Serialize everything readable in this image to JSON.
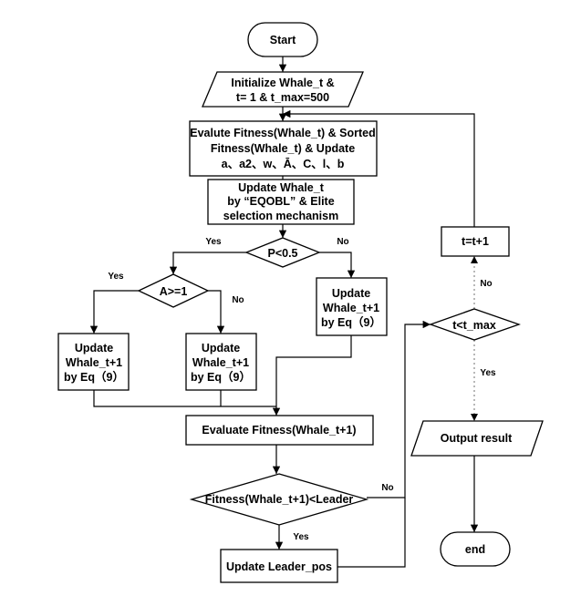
{
  "nodes": {
    "start": "Start",
    "init": [
      "Initialize Whale_t &",
      "t= 1 & t_max=500"
    ],
    "evaluate": [
      "Evalute Fitness(Whale_t) & Sorted",
      "Fitness(Whale_t) & Update",
      "a、a2、w、Ā、C、l、b"
    ],
    "update_eqobl": [
      "Update Whale_t",
      "by “EQOBL” & Elite",
      "selection mechanism"
    ],
    "p_decision": "P<0.5",
    "a_decision": "A>=1",
    "update_right": [
      "Update",
      "Whale_t+1",
      "by Eq（9）"
    ],
    "update_left": [
      "Update",
      "Whale_t+1",
      "by Eq（9）"
    ],
    "update_mid": [
      "Update",
      "Whale_t+1",
      "by Eq（9）"
    ],
    "evaluate_next": "Evaluate Fitness(Whale_t+1)",
    "leader_decision": "Fitness(Whale_t+1)<Leader",
    "update_leader": "Update Leader_pos",
    "increment": "t=t+1",
    "t_decision": "t<t_max",
    "output": "Output result",
    "end": "end"
  },
  "edge_labels": {
    "p_yes": "Yes",
    "p_no": "No",
    "a_yes": "Yes",
    "a_no": "No",
    "leader_no": "No",
    "leader_yes": "Yes",
    "t_no": "No",
    "t_yes": "Yes"
  }
}
